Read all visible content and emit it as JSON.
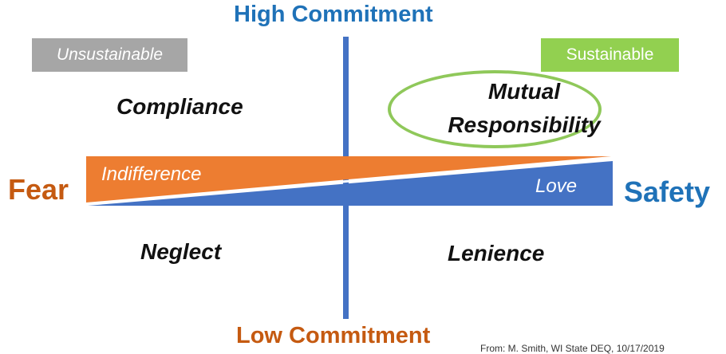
{
  "axes": {
    "top": "High Commitment",
    "bottom": "Low Commitment",
    "left": "Fear",
    "right": "Safety"
  },
  "tags": {
    "left": "Unsustainable",
    "right": "Sustainable"
  },
  "quadrants": {
    "top_left": "Compliance",
    "top_right_line1": "Mutual",
    "top_right_line2": "Responsibility",
    "bottom_left": "Neglect",
    "bottom_right": "Lenience"
  },
  "band": {
    "left_label": "Indifference",
    "right_label": "Love"
  },
  "source": "From: M. Smith, WI State DEQ, 10/17/2019",
  "colors": {
    "blue": "#4472c4",
    "blue_text": "#1f72b8",
    "orange": "#ed7d31",
    "orange_text": "#c55a11",
    "gray_tag": "#a6a6a6",
    "green_tag": "#92d050",
    "green_ring": "#8fc85a"
  }
}
